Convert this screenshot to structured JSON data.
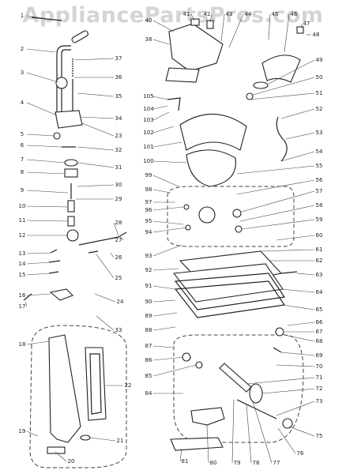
{
  "watermark": "AppliancePartsPros.com",
  "part_numbers": [
    "1",
    "2",
    "3",
    "4",
    "5",
    "6",
    "7",
    "8",
    "9",
    "10",
    "11",
    "12",
    "13",
    "14",
    "15",
    "16",
    "17",
    "18",
    "19",
    "20",
    "21",
    "22",
    "23",
    "24",
    "25",
    "26",
    "27",
    "28",
    "29",
    "30",
    "31",
    "32",
    "33",
    "34",
    "35",
    "36",
    "37",
    "38",
    "40",
    "41",
    "42",
    "43",
    "44",
    "45",
    "46",
    "47",
    "48",
    "49",
    "50",
    "51",
    "52",
    "53",
    "54",
    "55",
    "56",
    "57",
    "58",
    "59",
    "60",
    "61",
    "62",
    "63",
    "64",
    "65",
    "66",
    "67",
    "68",
    "69",
    "70",
    "71",
    "72",
    "73",
    "75",
    "76",
    "77",
    "78",
    "79",
    "80",
    "81",
    "84",
    "85",
    "86",
    "87",
    "88",
    "89",
    "90",
    "91",
    "92",
    "93",
    "94",
    "95",
    "96",
    "97",
    "98",
    "99",
    "100",
    "101",
    "102",
    "103",
    "104",
    "105"
  ]
}
